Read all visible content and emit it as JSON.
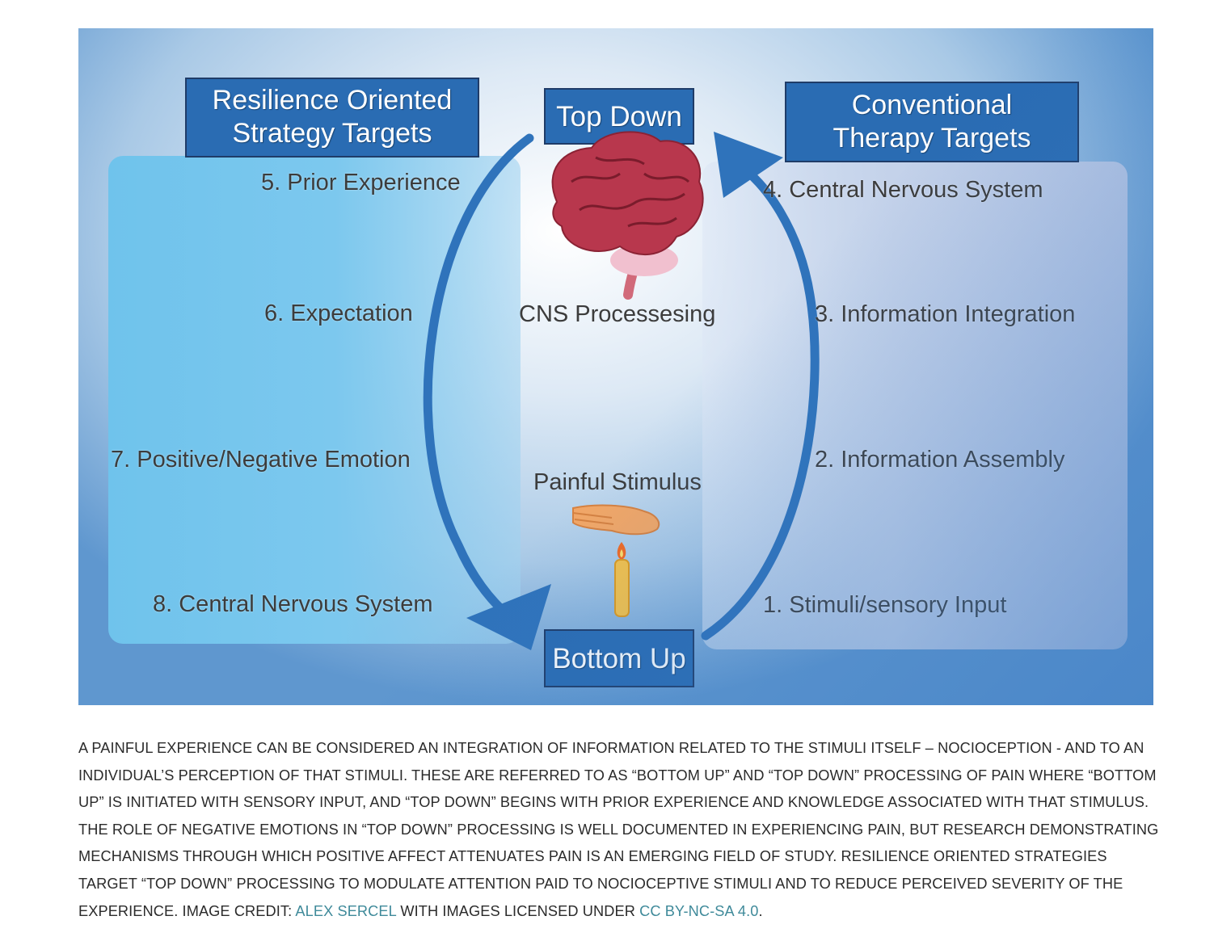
{
  "diagram": {
    "left_header": "Resilience Oriented Strategy Targets",
    "left_header_lines": [
      "Resilience Oriented",
      "Strategy Targets"
    ],
    "right_header_lines": [
      "Conventional",
      "Therapy Targets"
    ],
    "top_label": "Top Down",
    "bottom_label": "Bottom Up",
    "center_top_label": "CNS Processesing",
    "center_bottom_label": "Painful Stimulus",
    "left_steps": {
      "s5": "5. Prior Experience",
      "s6": "6. Expectation",
      "s7": "7. Positive/Negative Emotion",
      "s8": "8. Central Nervous System"
    },
    "right_steps": {
      "s4": "4. Central Nervous System",
      "s3": "3. Information Integration",
      "s2": "2. Information Assembly",
      "s1": "1. Stimuli/sensory Input"
    },
    "icons": [
      "brain-icon",
      "hand-icon",
      "candle-icon"
    ],
    "colors": {
      "header_box": "#2a6cb3",
      "arrow": "#2f73bb",
      "left_panel": "#72c4ec",
      "right_panel": "#c4d2ea"
    }
  },
  "caption": {
    "text_before_link1": "A PAINFUL EXPERIENCE CAN BE CONSIDERED AN INTEGRATION OF INFORMATION RELATED TO THE STIMULI ITSELF – NOCIOCEPTION - AND TO AN INDIVIDUAL’S PERCEPTION OF THAT STIMULI. THESE ARE REFERRED TO AS “BOTTOM UP” AND “TOP DOWN” PROCESSING OF PAIN WHERE “BOTTOM UP” IS INITIATED WITH SENSORY INPUT, AND “TOP DOWN” BEGINS WITH PRIOR EXPERIENCE AND KNOWLEDGE ASSOCIATED WITH THAT STIMULUS. THE ROLE OF NEGATIVE EMOTIONS IN “TOP DOWN” PROCESSING IS WELL DOCUMENTED IN EXPERIENCING PAIN, BUT RESEARCH DEMONSTRATING MECHANISMS THROUGH WHICH POSITIVE AFFECT ATTENUATES PAIN IS AN EMERGING FIELD OF STUDY. RESILIENCE ORIENTED STRATEGIES TARGET “TOP DOWN” PROCESSING TO MODULATE ATTENTION PAID TO NOCIOCEPTIVE STIMULI AND TO REDUCE PERCEIVED SEVERITY OF THE EXPERIENCE. IMAGE CREDIT: ",
    "link1": "ALEX SERCEL",
    "text_between": " WITH IMAGES LICENSED UNDER ",
    "link2": "CC BY-NC-SA 4.0",
    "text_after": ".",
    "link_color": "#3f8a9a"
  }
}
